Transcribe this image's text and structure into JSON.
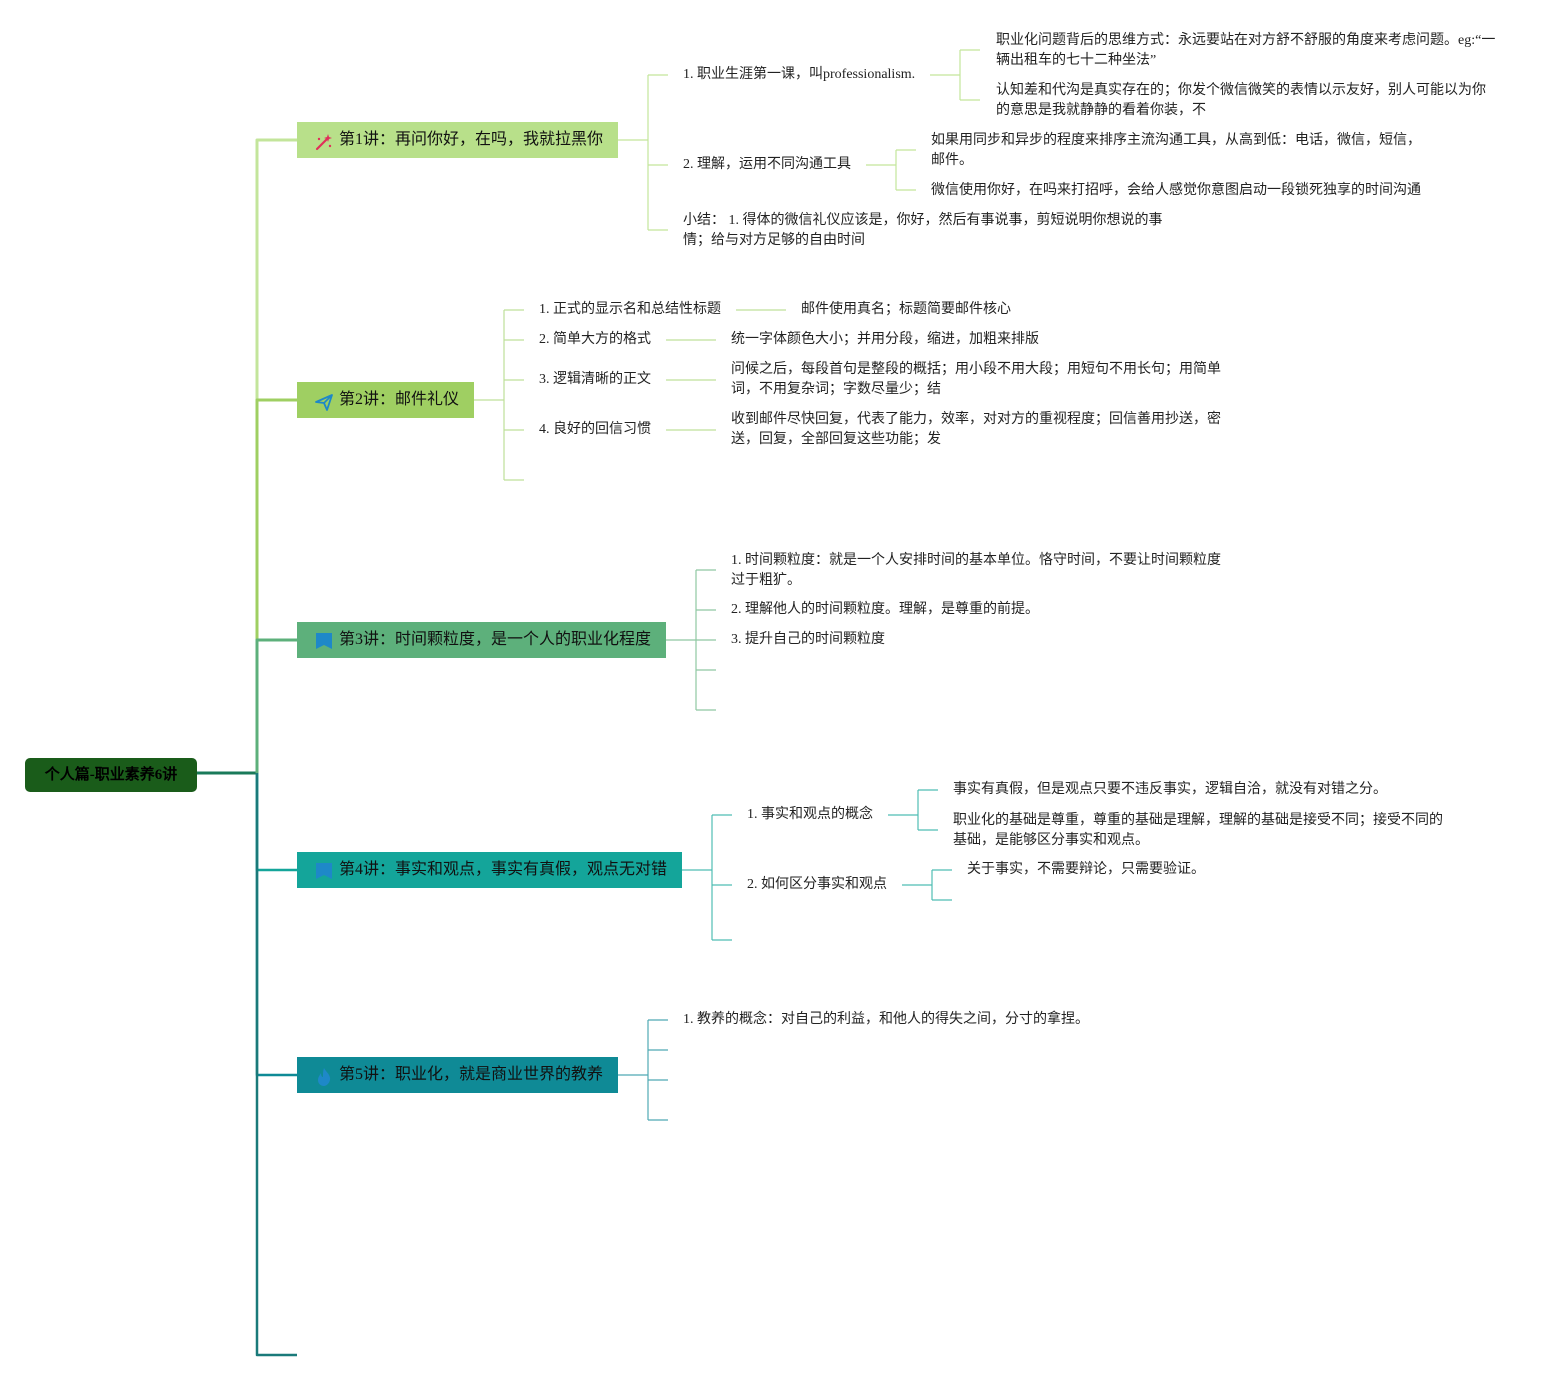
{
  "root": {
    "label": "个人篇-职业素养6讲",
    "color": "#1a5c1a"
  },
  "lectures": [
    {
      "title": "第1讲：再问你好，在吗，我就拉黑你",
      "icon": "wand-icon",
      "color": "#b8e08a",
      "children": [
        {
          "label": "1. 职业生涯第一课，叫professionalism.",
          "children": [
            "职业化问题背后的思维方式：永远要站在对方舒不舒服的角度来考虑问题。eg:“一辆出租车的七十二种坐法”",
            "认知差和代沟是真实存在的；你发个微信微笑的表情以示友好，别人可能以为你的意思是我就静静的看着你装，不"
          ]
        },
        {
          "label": "2. 理解，运用不同沟通工具",
          "children": [
            "如果用同步和异步的程度来排序主流沟通工具，从高到低：电话，微信，短信，邮件。",
            "微信使用你好，在吗来打招呼，会给人感觉你意图启动一段锁死独享的时间沟通"
          ]
        },
        {
          "label": "小结：  1. 得体的微信礼仪应该是，你好，然后有事说事，剪短说明你想说的事情；给与对方足够的自由时间",
          "children": []
        }
      ]
    },
    {
      "title": "第2讲：邮件礼仪",
      "icon": "paper-plane-icon",
      "color": "#9fcf62",
      "children": [
        {
          "label": "1. 正式的显示名和总结性标题",
          "children": [
            "邮件使用真名；标题简要邮件核心"
          ]
        },
        {
          "label": "2. 简单大方的格式",
          "children": [
            "统一字体颜色大小；并用分段，缩进，加粗来排版"
          ]
        },
        {
          "label": "3. 逻辑清晰的正文",
          "children": [
            "问候之后，每段首句是整段的概括；用小段不用大段；用短句不用长句；用简单词，不用复杂词；字数尽量少；结"
          ]
        },
        {
          "label": "4. 良好的回信习惯",
          "children": [
            "收到邮件尽快回复，代表了能力，效率，对对方的重视程度；回信善用抄送，密送，回复，全部回复这些功能；发"
          ]
        }
      ]
    },
    {
      "title": "第3讲：时间颗粒度，是一个人的职业化程度",
      "icon": "flag-icon",
      "color": "#5db07b",
      "children": [
        "1. 时间颗粒度：就是一个人安排时间的基本单位。恪守时间，不要让时间颗粒度过于粗犷。",
        "2. 理解他人的时间颗粒度。理解，是尊重的前提。",
        "3. 提升自己的时间颗粒度"
      ]
    },
    {
      "title": "第4讲：事实和观点，事实有真假，观点无对错",
      "icon": "flag-icon",
      "color": "#14a59a",
      "children": [
        {
          "label": "1. 事实和观点的概念",
          "children": [
            "事实有真假，但是观点只要不违反事实，逻辑自洽，就没有对错之分。",
            "职业化的基础是尊重，尊重的基础是理解，理解的基础是接受不同；接受不同的基础，是能够区分事实和观点。"
          ]
        },
        {
          "label": "2. 如何区分事实和观点",
          "children": [
            "关于事实，不需要辩论，只需要验证。"
          ]
        }
      ]
    },
    {
      "title": "第5讲：职业化，就是商业世界的教养",
      "icon": "flame-icon",
      "color": "#0f8a96",
      "children": [
        "1. 教养的概念：对自己的利益，和他人的得失之间，分寸的拿捏。"
      ]
    }
  ]
}
